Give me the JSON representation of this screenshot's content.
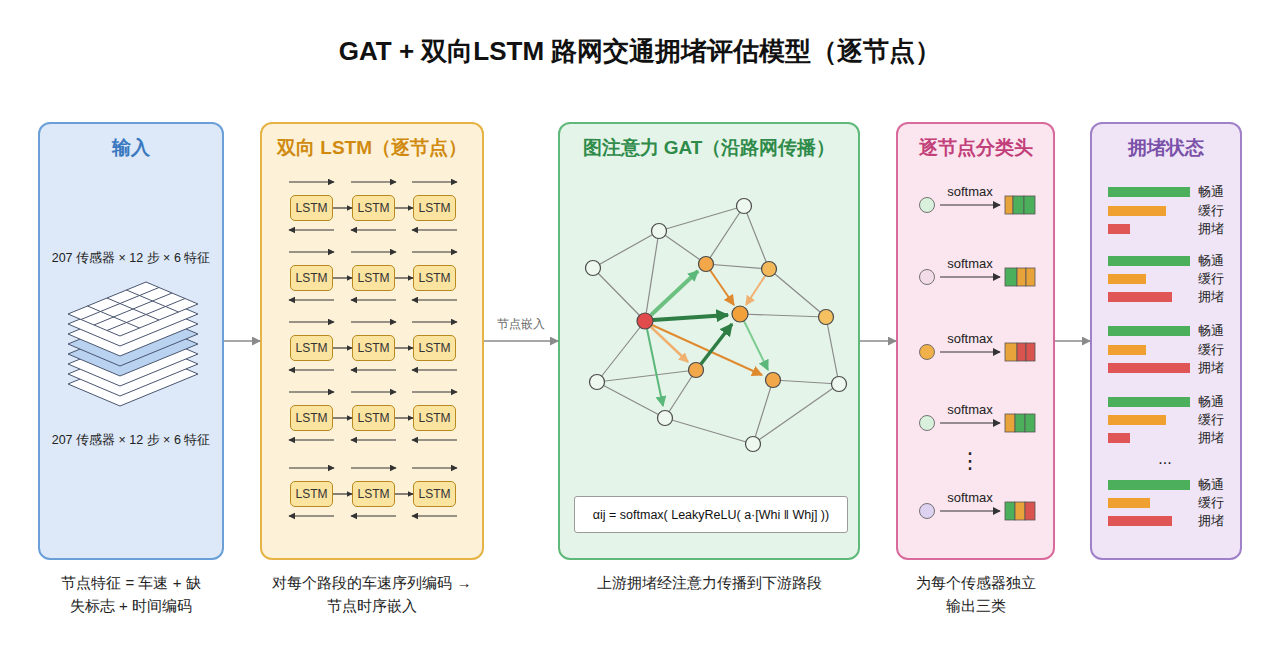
{
  "diagram": {
    "title": "GAT + 双向LSTM 路网交通拥堵评估模型（逐节点）",
    "nodes": [
      {
        "text": [
          "输入",
          "节点特征 = 车速 + 缺失标志 + 时间编码"
        ]
      },
      {
        "text": [
          "双向 LSTM（逐节点）",
          "对每个路段的车速序列编码 → 节点时序嵌入"
        ]
      },
      {
        "text": [
          "LSTM"
        ],
        "in": 1
      },
      {
        "text": [
          "LSTM"
        ],
        "in": 1
      },
      {
        "text": [
          "LSTM"
        ],
        "in": 1
      },
      {
        "text": [
          "LSTM"
        ],
        "in": 1
      },
      {
        "text": [
          "LSTM"
        ],
        "in": 1
      },
      {
        "text": [
          "LSTM"
        ],
        "in": 1
      },
      {
        "text": [
          "LSTM"
        ],
        "in": 1
      },
      {
        "text": [
          "LSTM"
        ],
        "in": 1
      },
      {
        "text": [
          "LSTM"
        ],
        "in": 1
      },
      {
        "text": [
          "LSTM"
        ],
        "in": 1
      },
      {
        "text": [
          "LSTM"
        ],
        "in": 1
      },
      {
        "text": [
          "LSTM"
        ],
        "in": 1
      },
      {
        "text": [
          "LSTM"
        ],
        "in": 1
      },
      {
        "text": [
          "LSTM"
        ],
        "in": 1
      },
      {
        "text": [
          "LSTM"
        ],
        "in": 1
      },
      {
        "text": [
          "图注意力 GAT（沿路网传播）",
          "上游拥堵经注意力传播到下游路段"
        ]
      },
      {
        "text": [
          "αij = softmax( LeakyReLU( a·[Whi ‖ Whj] ))"
        ],
        "in": 17
      },
      {
        "text": [
          "逐节点分类头",
          "为每个传感器独立 输出三类"
        ]
      },
      {
        "text": [
          "拥堵状态"
        ]
      }
    ],
    "edges": [
      {
        "from": 0,
        "to": 1,
        "arrow": "to"
      },
      {
        "from": 1,
        "to": 17,
        "label": "节点嵌入",
        "arrow": "to"
      },
      {
        "from": 17,
        "to": 19,
        "arrow": "to"
      },
      {
        "from": 19,
        "to": 20,
        "arrow": "to"
      },
      {
        "from": 2,
        "to": 3,
        "arrow": "to"
      },
      {
        "from": 3,
        "to": 4,
        "arrow": "to"
      },
      {
        "from": 5,
        "to": 6,
        "arrow": "to"
      },
      {
        "from": 6,
        "to": 7,
        "arrow": "to"
      },
      {
        "from": 8,
        "to": 9,
        "arrow": "to"
      },
      {
        "from": 9,
        "to": 10,
        "arrow": "to"
      },
      {
        "from": 11,
        "to": 12,
        "arrow": "to"
      },
      {
        "from": 12,
        "to": 13,
        "arrow": "to"
      },
      {
        "from": 14,
        "to": 15,
        "arrow": "to"
      },
      {
        "from": 15,
        "to": 16,
        "arrow": "to"
      }
    ],
    "labels": [
      "207 传感器 × 12 步 × 6 特征",
      "207 传感器 × 12 步 × 6 特征",
      "softmax",
      "softmax",
      "softmax",
      "softmax",
      "⋮",
      "softmax",
      "畅通",
      "缓行",
      "拥堵",
      "畅通",
      "缓行",
      "拥堵",
      "畅通",
      "缓行",
      "拥堵",
      "畅通",
      "缓行",
      "拥堵",
      "...",
      "畅通",
      "缓行",
      "拥堵"
    ]
  }
}
